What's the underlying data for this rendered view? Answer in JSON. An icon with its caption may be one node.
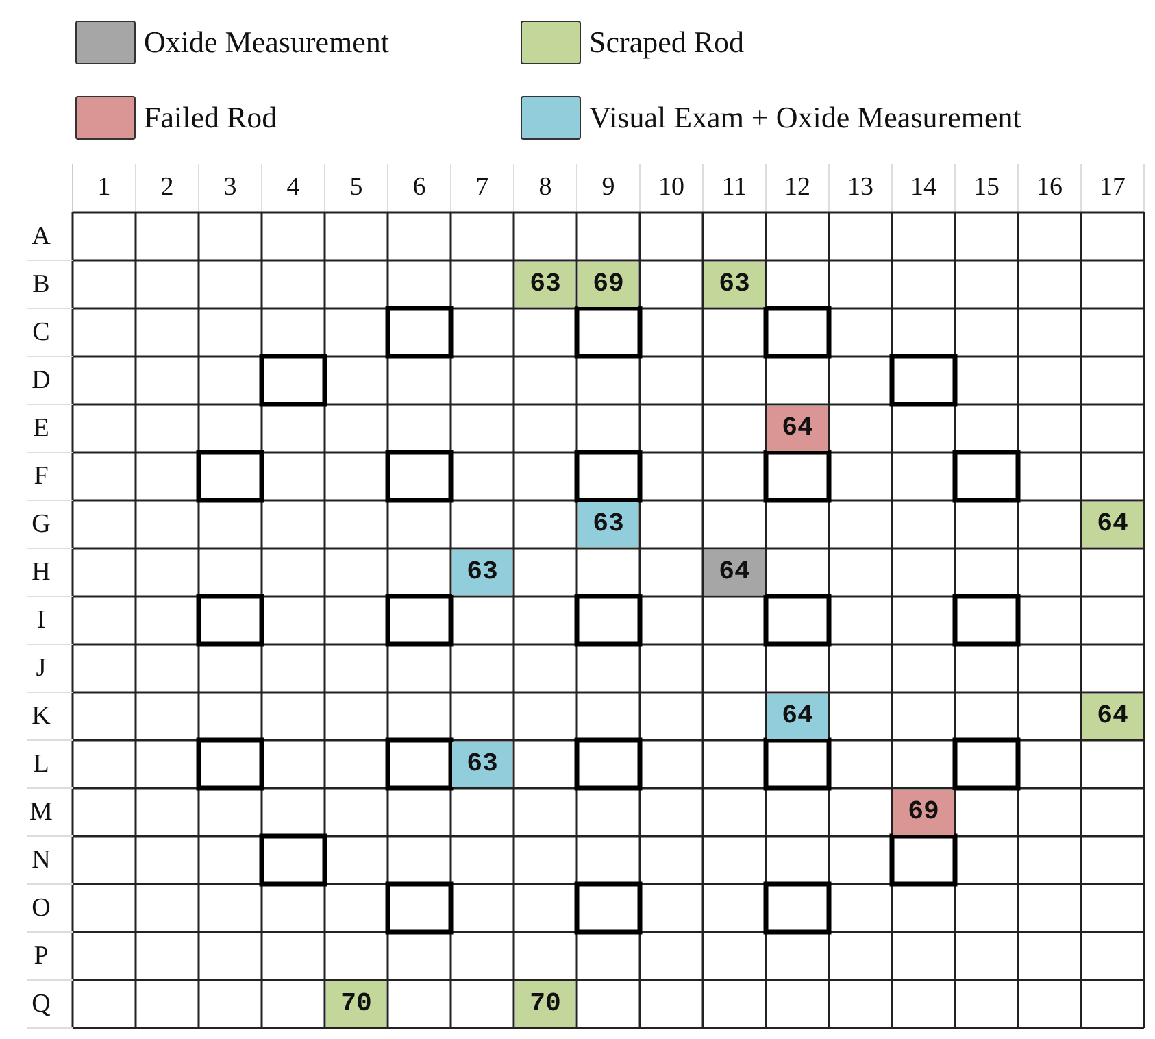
{
  "diagram": {
    "labels": [
      "1",
      "2",
      "3",
      "4",
      "5",
      "6",
      "7",
      "8",
      "9",
      "10",
      "11",
      "12",
      "13",
      "14",
      "15",
      "16",
      "17",
      "A",
      "B",
      "63",
      "69",
      "63",
      "C",
      "D",
      "E",
      "64",
      "F",
      "G",
      "63",
      "64",
      "H",
      "63",
      "64",
      "I",
      "J",
      "K",
      "64",
      "64",
      "L",
      "63",
      "M",
      "69",
      "N",
      "O",
      "P",
      "Q",
      "70",
      "70"
    ],
    "legend": [
      {
        "text": "Oxide Measurement",
        "color": "#a6a6a6"
      },
      {
        "text": "Scraped Rod",
        "color": "#c4d79b"
      },
      {
        "text": "Failed Rod",
        "color": "#da9694"
      },
      {
        "text": "Visual Exam + Oxide Measurement",
        "color": "#92cddc"
      }
    ]
  }
}
